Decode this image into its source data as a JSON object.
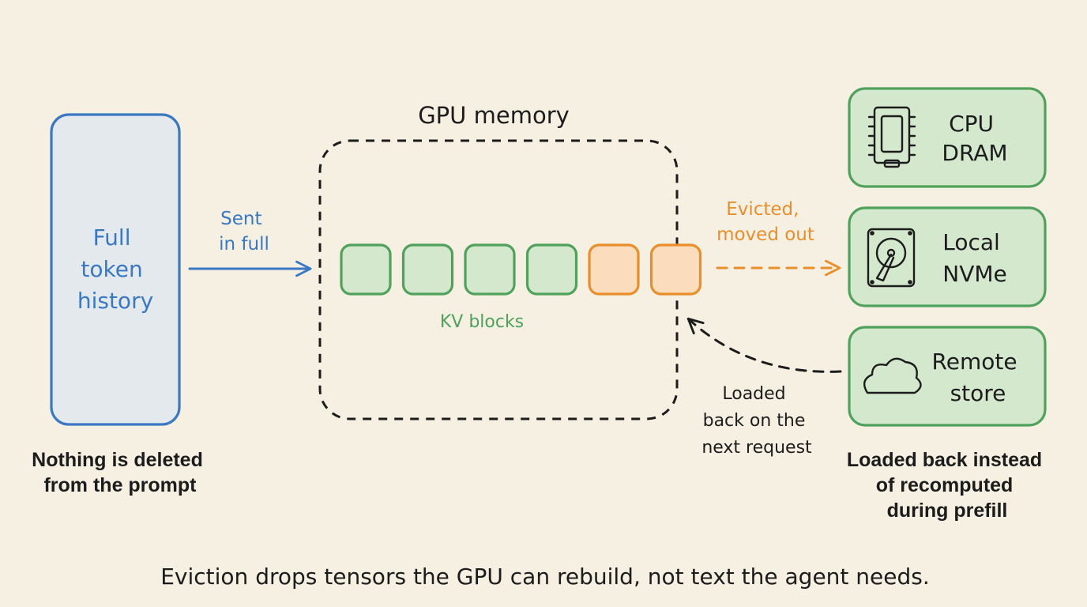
{
  "colors": {
    "background": "#f6f0e3",
    "blue": "#3a78c4",
    "blue_fill": "#e3e9ec",
    "green": "#4fa15c",
    "green_fill": "#d3e8cd",
    "orange": "#e88f2c",
    "orange_fill": "#fbdcbc",
    "ink": "#1c1c1c"
  },
  "prompt_box": {
    "label_lines": [
      "Full",
      "token",
      "history"
    ],
    "caption_lines": [
      "Nothing is deleted",
      "from the prompt"
    ]
  },
  "sent_arrow": {
    "label_lines": [
      "Sent",
      "in full"
    ]
  },
  "gpu": {
    "title": "GPU memory",
    "kv_label": "KV blocks",
    "blocks": [
      {
        "state": "resident"
      },
      {
        "state": "resident"
      },
      {
        "state": "resident"
      },
      {
        "state": "resident"
      },
      {
        "state": "evicted"
      },
      {
        "state": "evicted"
      }
    ]
  },
  "evict_arrow": {
    "label_lines": [
      "Evicted,",
      "moved out"
    ]
  },
  "reload_arrow": {
    "label_lines": [
      "Loaded",
      "back on the",
      "next request"
    ]
  },
  "storage": [
    {
      "icon": "memory-chip-icon",
      "label_lines": [
        "CPU",
        "DRAM"
      ]
    },
    {
      "icon": "hard-drive-icon",
      "label_lines": [
        "Local",
        "NVMe"
      ]
    },
    {
      "icon": "cloud-icon",
      "label_lines": [
        "Remote",
        "store"
      ]
    }
  ],
  "storage_caption_lines": [
    "Loaded back instead",
    "of recomputed",
    "during prefill"
  ],
  "footer": "Eviction drops tensors the GPU can rebuild, not text the agent needs."
}
